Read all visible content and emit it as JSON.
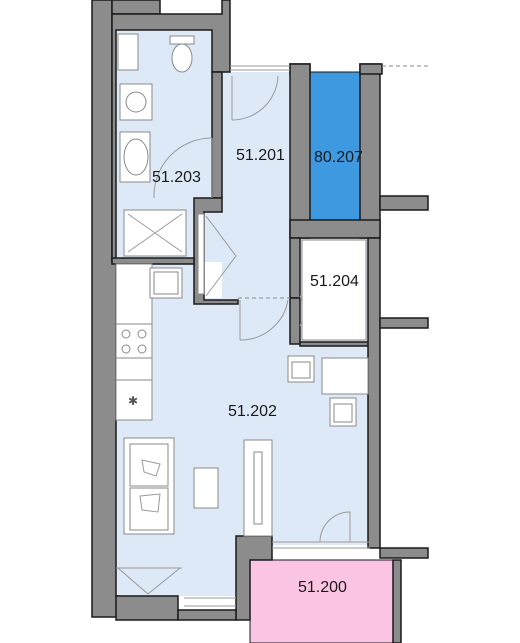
{
  "colors": {
    "room_fill": "#dde9f7",
    "storage_fill": "#3f99e0",
    "balcony_fill": "#fbc4e3",
    "wall_fill": "#8c8c8c"
  },
  "rooms": [
    {
      "id": "bathroom",
      "label": "51.203"
    },
    {
      "id": "hall",
      "label": "51.201"
    },
    {
      "id": "storage",
      "label": "80.207"
    },
    {
      "id": "closet",
      "label": "51.204"
    },
    {
      "id": "living",
      "label": "51.202"
    },
    {
      "id": "balcony",
      "label": "51.200"
    }
  ]
}
